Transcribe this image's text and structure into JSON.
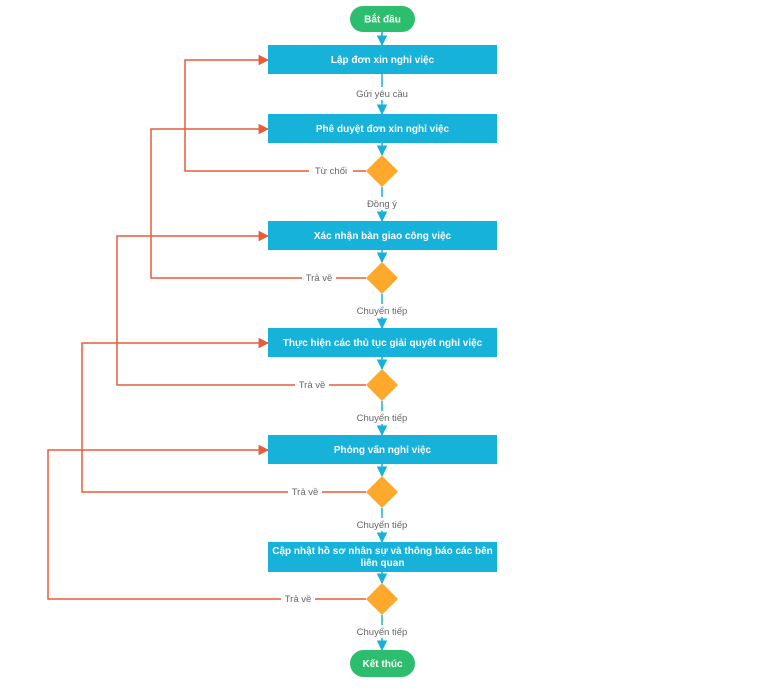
{
  "colors": {
    "terminal": "#2dbd6e",
    "process": "#16b2d9",
    "decision": "#ffa92c",
    "main_edge": "#16b2d9",
    "back_edge": "#e85c3a",
    "label": "#666666"
  },
  "nodes": {
    "start": "Bắt đầu",
    "end": "Kết thúc",
    "step1": "Lập đơn xin nghỉ việc",
    "step2": "Phê duyệt đơn xin nghỉ việc",
    "step3": "Xác nhận bàn giao công việc",
    "step4": "Thực hiện các thủ tục giải quyết nghỉ việc",
    "step5": "Phỏng vấn nghỉ việc",
    "step6_line1": "Cập nhật hồ sơ nhân sự và thông báo các bên",
    "step6_line2": "liên quan"
  },
  "edges": {
    "send_request": "Gửi yêu cầu",
    "reject": "Từ chối",
    "approve": "Đồng ý",
    "return1": "Trả về",
    "forward1": "Chuyển tiếp",
    "return2": "Trả về",
    "forward2": "Chuyển tiếp",
    "return3": "Trả về",
    "forward3": "Chuyển tiếp",
    "return4": "Trả về",
    "forward4": "Chuyển tiếp"
  }
}
